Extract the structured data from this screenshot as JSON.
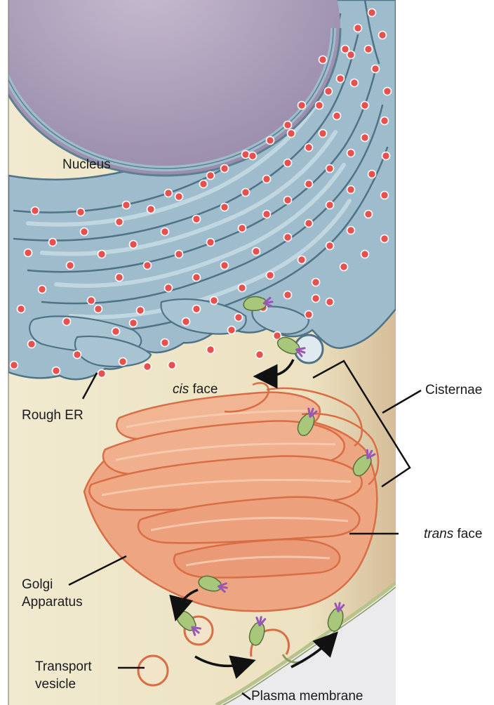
{
  "labels": {
    "nucleus": "Nucleus",
    "rough_er": "Rough ER",
    "cis_italic": "cis",
    "cis_rest": " face",
    "cisternae": "Cisternae",
    "trans_italic": "trans",
    "trans_rest": " face",
    "golgi_line1": "Golgi",
    "golgi_line2": "Apparatus",
    "transport_line1": "Transport",
    "transport_line2": "vesicle",
    "plasma_membrane": "Plasma membrane"
  },
  "colors": {
    "cytoplasm": "#f0e9c9",
    "cytoplasm_shade": "#dcc6a2",
    "nucleus": "#a799b4",
    "er_fill": "#9fbccb",
    "er_stroke": "#4f7386",
    "ribosome": "#e6504f",
    "golgi_fill": "#efa983",
    "golgi_stroke": "#d96d45",
    "extracellular": "#ececed",
    "protein_green": "#a9c77a",
    "protein_purple": "#9a56b4"
  }
}
